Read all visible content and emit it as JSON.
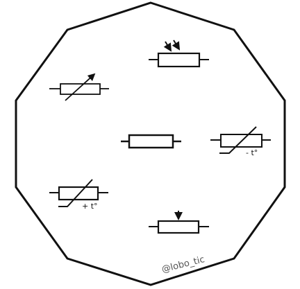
{
  "colors": {
    "stroke": "#111111",
    "background": "#ffffff",
    "credit": "#555555"
  },
  "symbols": [
    {
      "name": "photoresistor",
      "icon": "ldr-resistor-icon"
    },
    {
      "name": "variable-resistor",
      "icon": "variable-resistor-icon"
    },
    {
      "name": "fixed-resistor",
      "icon": "resistor-icon"
    },
    {
      "name": "ntc-thermistor",
      "icon": "ntc-thermistor-icon",
      "label": "- t°"
    },
    {
      "name": "ptc-thermistor",
      "icon": "ptc-thermistor-icon",
      "label": "+ t°"
    },
    {
      "name": "potentiometer",
      "icon": "potentiometer-icon"
    }
  ],
  "labels": {
    "ntc": "- t°",
    "ptc": "+ t°",
    "credit": "@lobo_tic"
  }
}
